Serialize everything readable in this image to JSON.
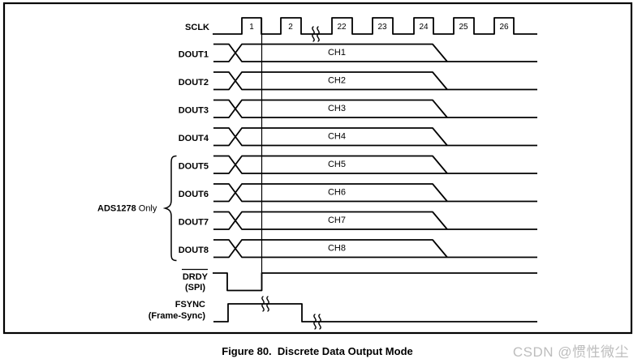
{
  "colors": {
    "line": "#000000",
    "watermark_text": "#bdbdbd",
    "background": "#ffffff"
  },
  "sclk": {
    "label": "SCLK",
    "pulse_numbers": [
      "1",
      "2",
      "22",
      "23",
      "24",
      "25",
      "26"
    ]
  },
  "douts": [
    {
      "label": "DOUT1",
      "channel": "CH1"
    },
    {
      "label": "DOUT2",
      "channel": "CH2"
    },
    {
      "label": "DOUT3",
      "channel": "CH3"
    },
    {
      "label": "DOUT4",
      "channel": "CH4"
    },
    {
      "label": "DOUT5",
      "channel": "CH5"
    },
    {
      "label": "DOUT6",
      "channel": "CH6"
    },
    {
      "label": "DOUT7",
      "channel": "CH7"
    },
    {
      "label": "DOUT8",
      "channel": "CH8"
    }
  ],
  "group": {
    "label_bold": "ADS1278",
    "label_rest": " Only"
  },
  "drdy": {
    "label": "DRDY",
    "sublabel": "(SPI)",
    "overline": true
  },
  "fsync": {
    "label": "FSYNC",
    "sublabel": "(Frame-Sync)"
  },
  "figure": {
    "caption": "Figure 80.  Discrete Data Output Mode",
    "watermark": "CSDN @惯性微尘"
  }
}
